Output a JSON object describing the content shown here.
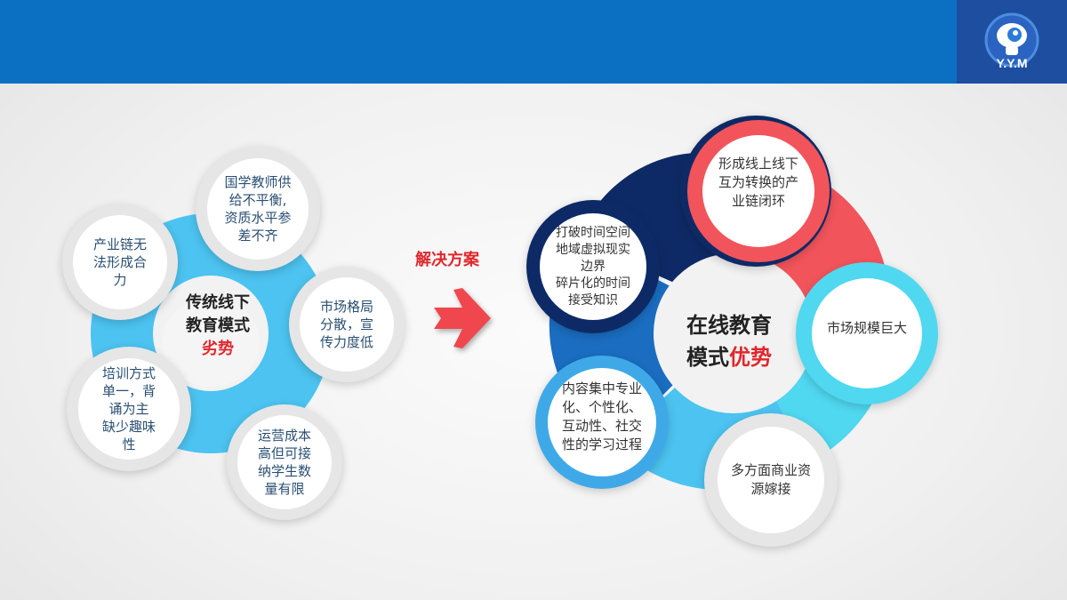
{
  "header": {
    "color": "#0b6fc2",
    "logo": {
      "name": "robot-mascot-logo",
      "bg": "#1d4ea0"
    }
  },
  "left": {
    "title_line1": "传统线下",
    "title_line2": "教育模式",
    "title_highlight": "劣势",
    "ring_color": "#4cc3f0",
    "items": [
      {
        "lines": [
          "国学教师供",
          "给不平衡,",
          "资质水平参",
          "差不齐"
        ]
      },
      {
        "lines": [
          "市场格局",
          "分散，宣",
          "传力度低"
        ]
      },
      {
        "lines": [
          "运营成本",
          "高但可接",
          "纳学生数",
          "量有限"
        ]
      },
      {
        "lines": [
          "培训方式",
          "单一，背",
          "诵为主",
          "缺少趣味",
          "性"
        ]
      },
      {
        "lines": [
          "产业链无",
          "法形成合",
          "力"
        ]
      }
    ]
  },
  "middle": {
    "label": "解决方案",
    "arrow_color": "#f0474f"
  },
  "right": {
    "title_line1": "在线教育",
    "title_prefix": "模式",
    "title_highlight": "优势",
    "items": [
      {
        "lines": [
          "形成线上线下",
          "互为转换的产",
          "业链闭环"
        ],
        "color": "#f2545b"
      },
      {
        "lines": [
          "市场规模巨大"
        ],
        "color": "#4fd8f0"
      },
      {
        "lines": [
          "多方面商业资",
          "源嫁接"
        ],
        "color": "#4cc3f0"
      },
      {
        "lines": [
          "内容集中专业",
          "化、个性化、",
          "互动性、社交",
          "性的学习过程"
        ],
        "color": "#3fa9e8"
      },
      {
        "lines": [
          "打破时间空间",
          "地域虚拟现实",
          "边界",
          "碎片化的时间",
          "接受知识"
        ],
        "color": "#0e2a66"
      }
    ]
  }
}
